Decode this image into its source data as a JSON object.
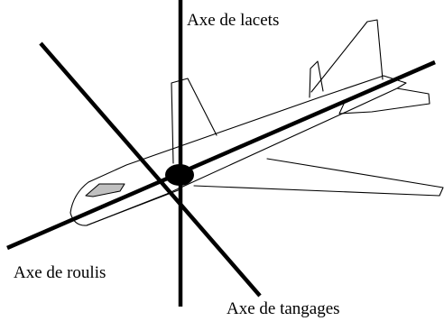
{
  "labels": {
    "yaw_axis": "Axe de lacets",
    "roll_axis": "Axe de roulis",
    "pitch_axis": "Axe de tangages"
  },
  "colors": {
    "line": "#000000",
    "background": "#ffffff",
    "window": "#c0c0c0"
  }
}
